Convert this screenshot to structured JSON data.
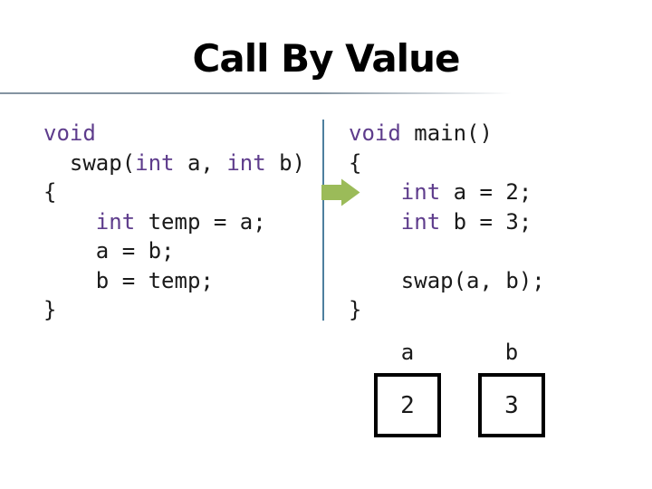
{
  "slide": {
    "title": "Call By Value",
    "colors": {
      "background": "#ffffff",
      "title_text": "#000000",
      "code_text": "#1a1a1a",
      "keyword": "#5e3c8c",
      "divider": "#4e7f9e",
      "arrow": "#9bbb59",
      "rule_start": "#8494a1",
      "box_border": "#000000"
    },
    "icons": {
      "arrow": "right-arrow-icon"
    }
  },
  "code_left": {
    "lines": [
      [
        {
          "t": "void",
          "k": true
        }
      ],
      [
        {
          "t": "  swap(",
          "k": false
        },
        {
          "t": "int",
          "k": true
        },
        {
          "t": " a, ",
          "k": false
        },
        {
          "t": "int",
          "k": true
        },
        {
          "t": " b)",
          "k": false
        }
      ],
      [
        {
          "t": "{",
          "k": false
        }
      ],
      [
        {
          "t": "    ",
          "k": false
        },
        {
          "t": "int",
          "k": true
        },
        {
          "t": " temp = a;",
          "k": false
        }
      ],
      [
        {
          "t": "    a = b;",
          "k": false
        }
      ],
      [
        {
          "t": "    b = temp;",
          "k": false
        }
      ],
      [
        {
          "t": "}",
          "k": false
        }
      ]
    ]
  },
  "code_right": {
    "lines": [
      [
        {
          "t": "void",
          "k": true
        },
        {
          "t": " main()",
          "k": false
        }
      ],
      [
        {
          "t": "{",
          "k": false
        }
      ],
      [
        {
          "t": "    ",
          "k": false
        },
        {
          "t": "int",
          "k": true
        },
        {
          "t": " a = 2;",
          "k": false
        }
      ],
      [
        {
          "t": "    ",
          "k": false
        },
        {
          "t": "int",
          "k": true
        },
        {
          "t": " b = 3;",
          "k": false
        }
      ],
      [],
      [
        {
          "t": "    swap(a, b);",
          "k": false
        }
      ],
      [
        {
          "t": "}",
          "k": false
        }
      ]
    ]
  },
  "variables": [
    {
      "name": "a",
      "value": "2"
    },
    {
      "name": "b",
      "value": "3"
    }
  ]
}
